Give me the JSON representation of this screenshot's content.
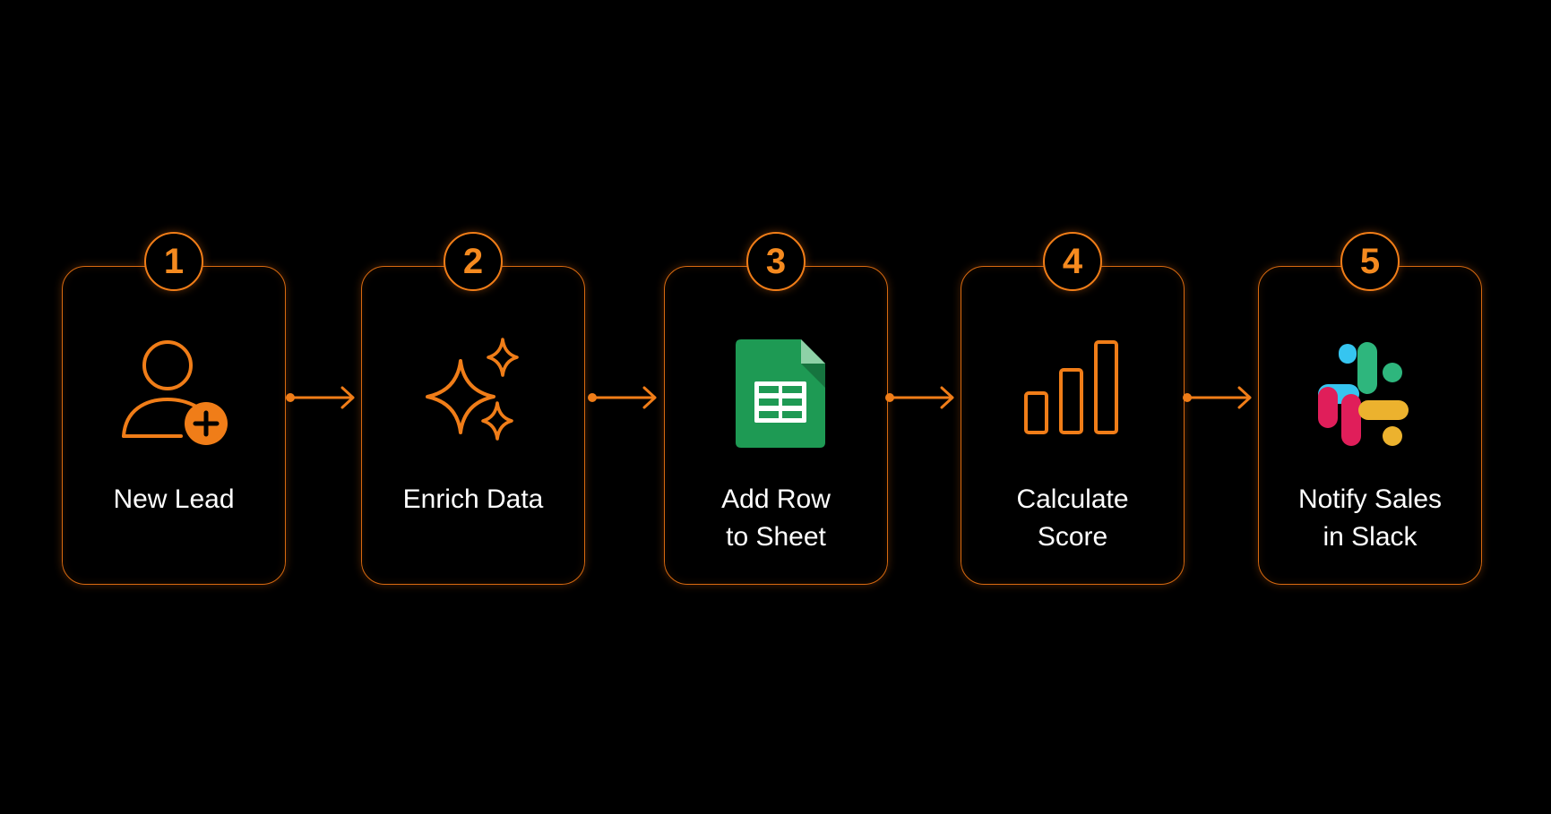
{
  "colors": {
    "background": "#000000",
    "accent": "#f07d18",
    "label": "#ffffff"
  },
  "steps": [
    {
      "number": "1",
      "icon": "user-plus-icon",
      "lines": [
        "New Lead"
      ]
    },
    {
      "number": "2",
      "icon": "sparkles-icon",
      "lines": [
        "Enrich Data"
      ]
    },
    {
      "number": "3",
      "icon": "google-sheets-icon",
      "lines": [
        "Add Row",
        "to Sheet"
      ]
    },
    {
      "number": "4",
      "icon": "bar-chart-icon",
      "lines": [
        "Calculate",
        "Score"
      ]
    },
    {
      "number": "5",
      "icon": "slack-icon",
      "lines": [
        "Notify Sales",
        "in Slack"
      ]
    }
  ]
}
